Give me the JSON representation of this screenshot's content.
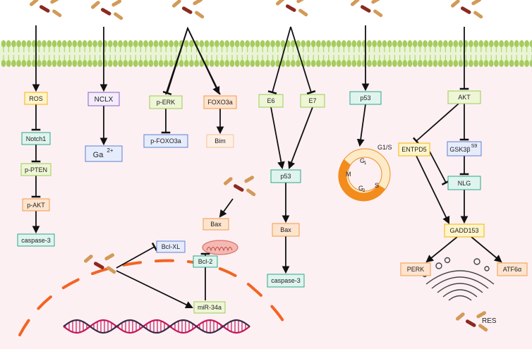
{
  "colors": {
    "cytoplasm": "#fdf0f3",
    "membrane": "#b7d777",
    "membrane_head": "#a6cc5e",
    "nucleus": "#f26522",
    "drug_light": "#d29a58",
    "drug_dark": "#8b2a1f",
    "dna_a": "#c2185b",
    "dna_b": "#3b2a4a",
    "arrow": "#111111",
    "yellow_fill": "#fff5cc",
    "yellow_stroke": "#f2b600",
    "teal_fill": "#dff4ee",
    "teal_stroke": "#2aa889",
    "green_fill": "#eef6d6",
    "green_stroke": "#9bcc55",
    "purple_fill": "#f3ecfb",
    "purple_stroke": "#8a5fc7",
    "orange_fill": "#fde4cf",
    "orange_stroke": "#f29a4a",
    "blue_fill": "#e6ecfb",
    "blue_stroke": "#5d7fd1",
    "cell_cycle_light": "#fdebc8",
    "cell_cycle_dark": "#f28c1c"
  },
  "nodes": {
    "ros": "ROS",
    "notch1": "Notch1",
    "pten": "p-PTEN",
    "akt1": "p-AKT",
    "casp1": "caspase-3",
    "nclx": "NCLX",
    "ca_base": "Ga",
    "ca_sup": "2+",
    "perk_erk": "p-ERK",
    "foxo3a": "FOXO3a",
    "pfoxo3a": "p-FOXO3a",
    "bim": "Bim",
    "e6": "E6",
    "e7": "E7",
    "p53_mid": "p53",
    "bax_mid": "Bax",
    "casp_mid": "caspase-3",
    "p53_right": "p53",
    "g1s": "G1/S",
    "phase_g1": "G",
    "phase_g1_sub": "1",
    "phase_m": "M",
    "phase_g2": "G",
    "phase_g2_sub": "2",
    "phase_s": "S",
    "akt_right": "AKT",
    "entpd5": "ENTPD5",
    "gsk_base": "GSK3β",
    "gsk_sup": "S9",
    "nlg": "NLG",
    "gadd153": "GADD153",
    "perk": "PERK",
    "atf6": "ATF6α",
    "bax_low": "Bax",
    "bcl2": "Bcl-2",
    "bclxl": "Bcl-XL",
    "mir34a": "miR-34a"
  },
  "legend": {
    "res": "RES"
  }
}
